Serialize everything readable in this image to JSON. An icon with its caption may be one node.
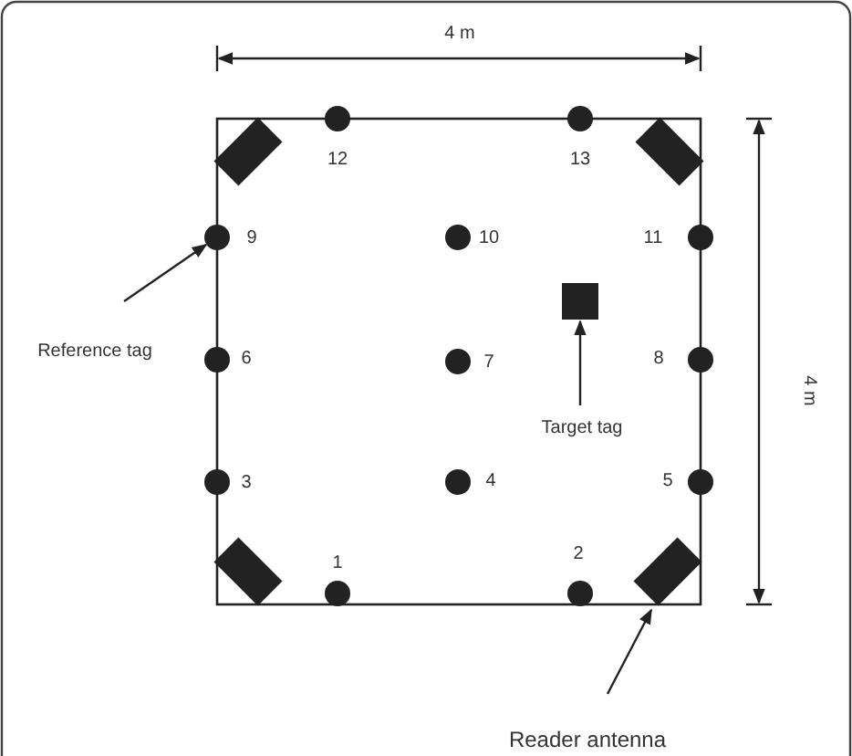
{
  "diagram": {
    "nodes": [
      {
        "text": [],
        "shape": "bar"
      },
      {
        "text": [],
        "shape": "circle",
        "beside": [
          "12"
        ]
      },
      {
        "text": [],
        "shape": "circle",
        "beside": [
          "13"
        ]
      },
      {
        "text": [],
        "shape": "bar"
      },
      {
        "text": [],
        "shape": "circle",
        "beside": [
          "9"
        ]
      },
      {
        "text": [],
        "shape": "circle",
        "beside": [
          "10"
        ]
      },
      {
        "text": [],
        "shape": "circle",
        "beside": [
          "11"
        ]
      },
      {
        "text": [],
        "shape": "box"
      },
      {
        "text": [
          "Reference tag"
        ]
      },
      {
        "text": [],
        "shape": "circle",
        "beside": [
          "6"
        ]
      },
      {
        "text": [],
        "shape": "circle",
        "beside": [
          "7"
        ]
      },
      {
        "text": [],
        "shape": "circle",
        "beside": [
          "8"
        ]
      },
      {
        "text": [
          "Target tag"
        ]
      },
      {
        "text": [],
        "shape": "circle",
        "beside": [
          "3"
        ]
      },
      {
        "text": [],
        "shape": "circle",
        "beside": [
          "4"
        ]
      },
      {
        "text": [],
        "shape": "circle",
        "beside": [
          "5"
        ]
      },
      {
        "text": [],
        "shape": "bar"
      },
      {
        "text": [],
        "shape": "circle",
        "beside": [
          "1"
        ]
      },
      {
        "text": [],
        "shape": "circle",
        "beside": [
          "2"
        ]
      },
      {
        "text": [],
        "shape": "bar"
      },
      {
        "text": [
          "Reader antenna"
        ]
      }
    ],
    "edges": [
      {
        "from": 8,
        "to": 4,
        "arrow": "to"
      },
      {
        "from": 12,
        "to": 7,
        "arrow": "to"
      },
      {
        "from": 20,
        "to": 19,
        "arrow": "to"
      }
    ],
    "labels": [
      "4 m",
      "4 m"
    ]
  }
}
